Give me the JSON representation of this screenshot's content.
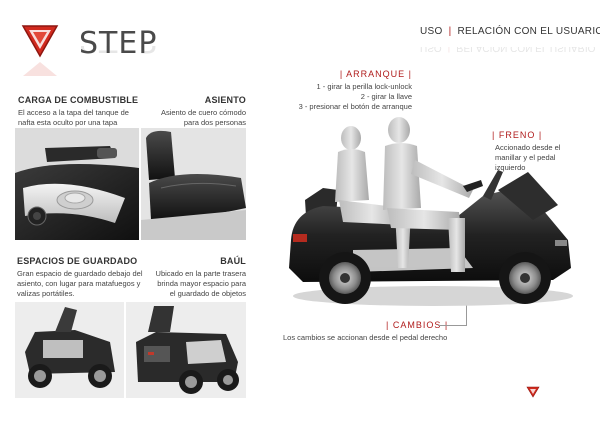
{
  "brand": {
    "title": "STEP"
  },
  "header": {
    "uso": "USO",
    "separator": "|",
    "relacion": "RELACIÓN CON EL USUARIO"
  },
  "carga": {
    "title": "CARGA DE COMBUSTIBLE",
    "text_1": "El acceso a la tapa del tanque de",
    "text_2": "nafta esta oculto por una tapa"
  },
  "asiento": {
    "title": "ASIENTO",
    "text_1": "Asiento de cuero cómodo",
    "text_2": "para dos personas"
  },
  "espacios": {
    "title": "ESPACIOS DE GUARDADO",
    "text_1": "Gran espacio de guardado debajo del",
    "text_2": "asiento, con lugar para matafuegos y",
    "text_3": "valizas portátiles."
  },
  "baul": {
    "title": "BAÚL",
    "text_1": "Ubicado en la parte trasera",
    "text_2": "brinda mayor espacio para",
    "text_3": "el guardado de objetos"
  },
  "arranque": {
    "title": "|  ARRANQUE  |",
    "step_1": "1 -   girar la perilla lock-unlock",
    "step_2": "2 -   girar la llave",
    "step_3": "3 -   presionar el botón de arranque"
  },
  "freno": {
    "title": "|  FRENO  |",
    "text_1": "Accionado desde  el",
    "text_2": "manillar y el pedal",
    "text_3": "izquierdo"
  },
  "cambios": {
    "title": "|  CAMBIOS  |",
    "text": "Los cambios se accionan desde el pedal derecho"
  }
}
